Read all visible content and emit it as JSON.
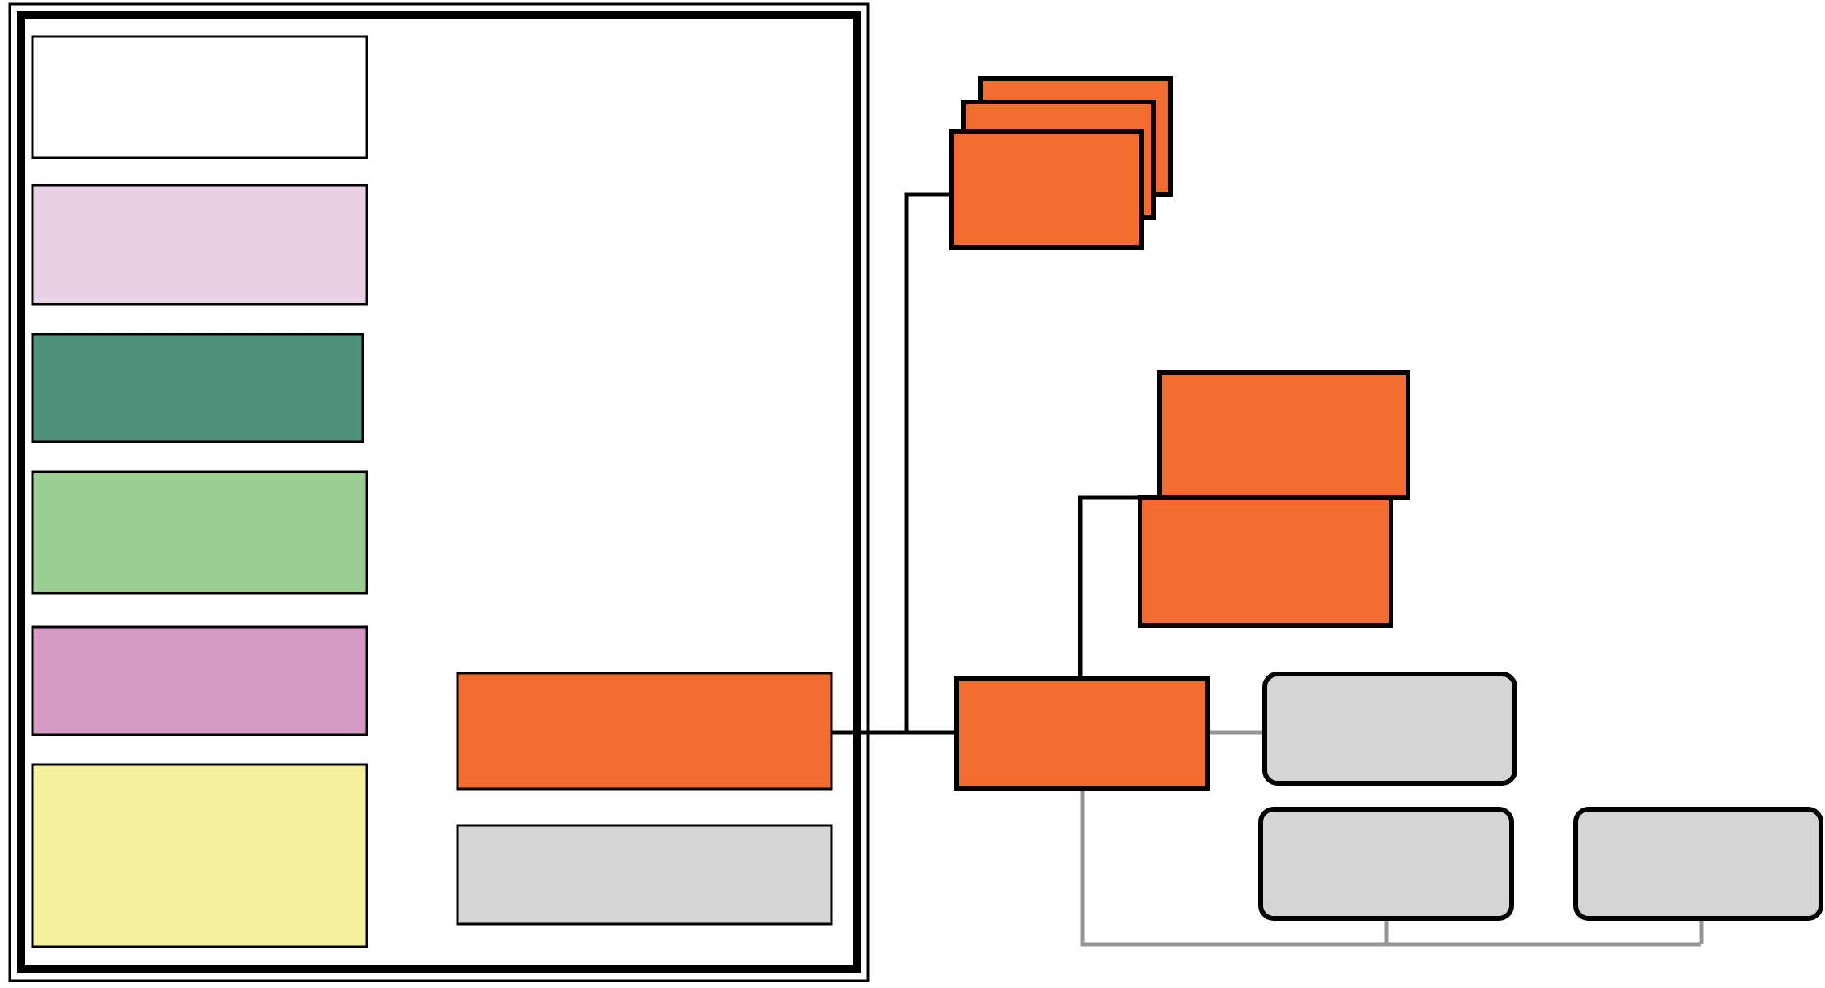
{
  "colors": {
    "frame": "#000000",
    "orange": "#F26C2D",
    "gray_box": "#D4D5D6",
    "gray_line": "#939598",
    "white": "#FFFFFF",
    "light_pink": "#E8D1E5",
    "teal": "#4F917C",
    "light_green": "#9ACF91",
    "mauve": "#D49AC4",
    "light_yellow": "#F3F19B"
  },
  "legend": {
    "swatches": [
      {
        "name": "legend-swatch-white",
        "color": "#FFFFFF"
      },
      {
        "name": "legend-swatch-light-pink",
        "color": "#E8D1E5"
      },
      {
        "name": "legend-swatch-teal",
        "color": "#4F917C"
      },
      {
        "name": "legend-swatch-light-green",
        "color": "#9ACF91"
      },
      {
        "name": "legend-swatch-mauve",
        "color": "#D49AC4"
      },
      {
        "name": "legend-swatch-light-yellow",
        "color": "#F3F19B"
      }
    ],
    "inner_boxes": [
      {
        "name": "inner-box-orange",
        "color": "#F26C2D"
      },
      {
        "name": "inner-box-gray",
        "color": "#D4D5D6"
      }
    ]
  },
  "diagram": {
    "stacked_cards": {
      "count": 3,
      "color": "#F26C2D"
    },
    "paired_boxes": {
      "count": 2,
      "color": "#F26C2D"
    },
    "hub_box": {
      "color": "#F26C2D"
    },
    "gray_nodes": {
      "count": 3,
      "color": "#D4D5D6"
    }
  }
}
